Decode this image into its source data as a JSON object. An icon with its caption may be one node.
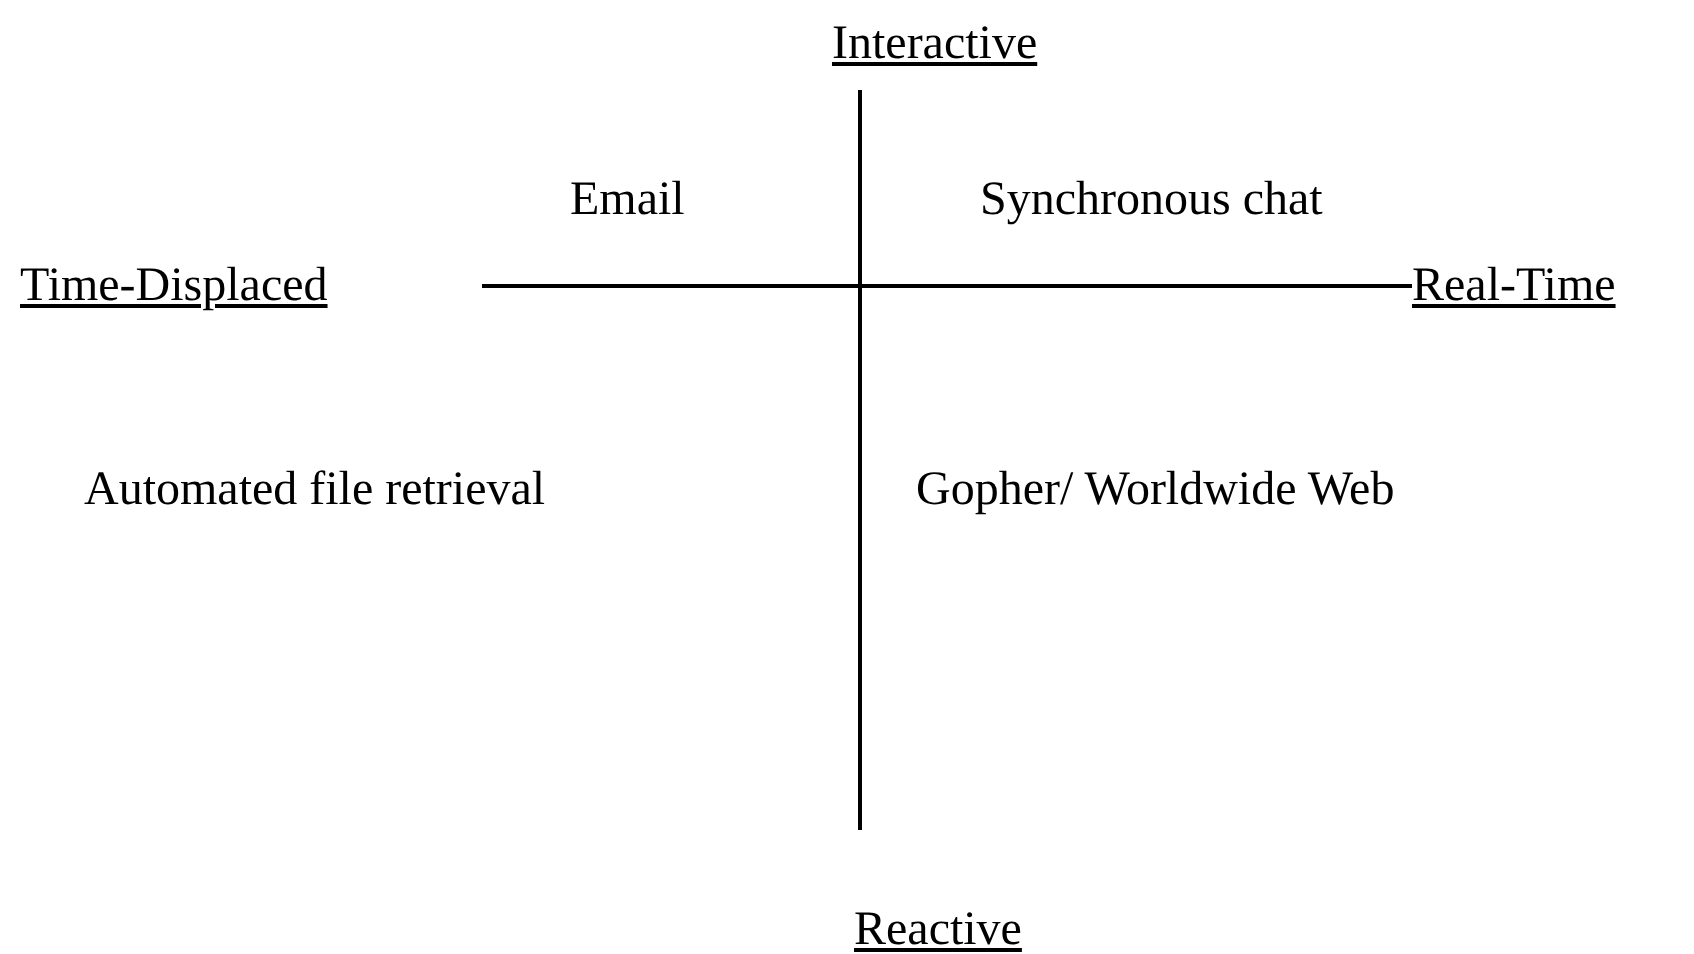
{
  "diagram": {
    "labels": [
      "Interactive",
      "Email",
      "Synchronous chat",
      "Time-Displaced",
      "Real-Time",
      "Automated file retrieval",
      "Gopher/ Worldwide Web",
      "Reactive"
    ]
  }
}
